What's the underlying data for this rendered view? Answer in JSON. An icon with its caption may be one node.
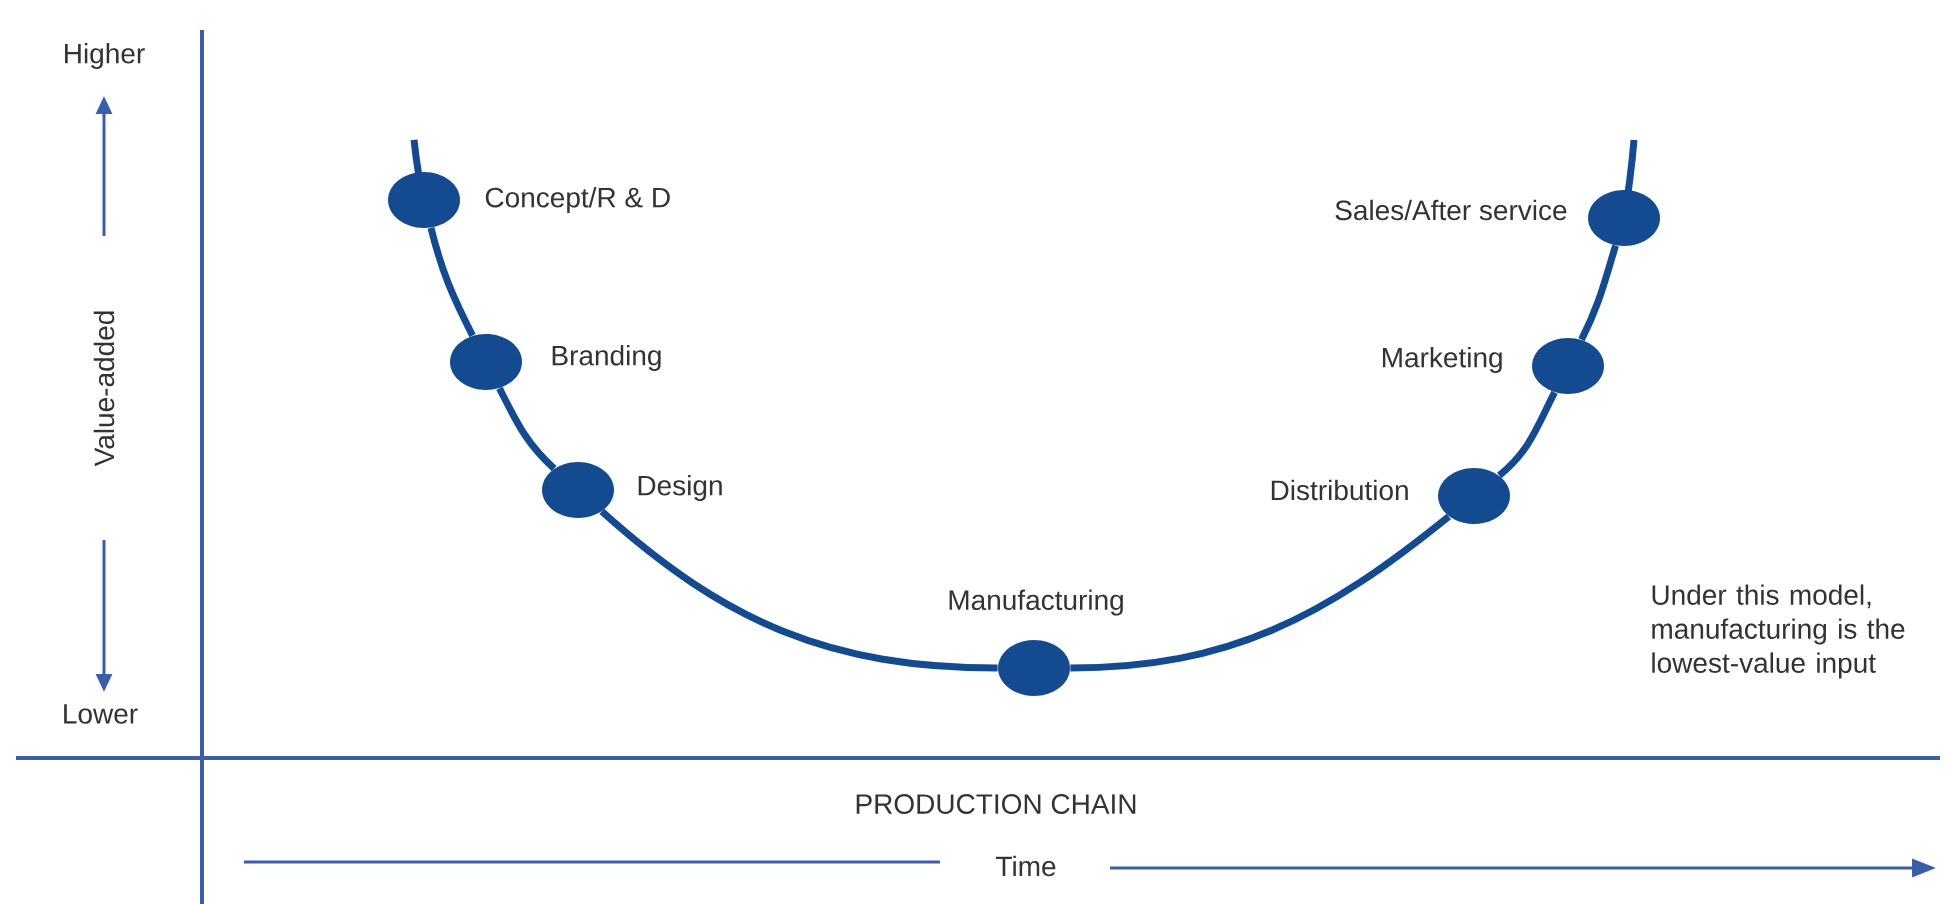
{
  "diagram": {
    "nodes": [
      {
        "text": [],
        "shape": "circle",
        "beside": [
          "Concept/R & D"
        ]
      },
      {
        "text": [],
        "shape": "circle",
        "beside": [
          "Branding"
        ]
      },
      {
        "text": [],
        "shape": "circle",
        "beside": [
          "Design"
        ]
      },
      {
        "text": [],
        "shape": "circle",
        "beside": [
          "Manufacturing"
        ]
      },
      {
        "text": [],
        "shape": "circle",
        "beside": [
          "Distribution"
        ]
      },
      {
        "text": [],
        "shape": "circle",
        "beside": [
          "Marketing"
        ]
      },
      {
        "text": [],
        "shape": "circle",
        "beside": [
          "Sales/After service"
        ]
      }
    ],
    "edges": [
      {
        "from": 0,
        "to": 1,
        "arrow": "none"
      },
      {
        "from": 1,
        "to": 2,
        "arrow": "none"
      },
      {
        "from": 2,
        "to": 3,
        "arrow": "none"
      },
      {
        "from": 3,
        "to": 4,
        "arrow": "none"
      },
      {
        "from": 4,
        "to": 5,
        "arrow": "none"
      },
      {
        "from": 5,
        "to": 6,
        "arrow": "none"
      }
    ],
    "labels": [
      "Higher",
      "Value-added",
      "Lower",
      "Under this model, manufacturing is the lowest-value input",
      "PRODUCTION CHAIN",
      "Time"
    ]
  }
}
